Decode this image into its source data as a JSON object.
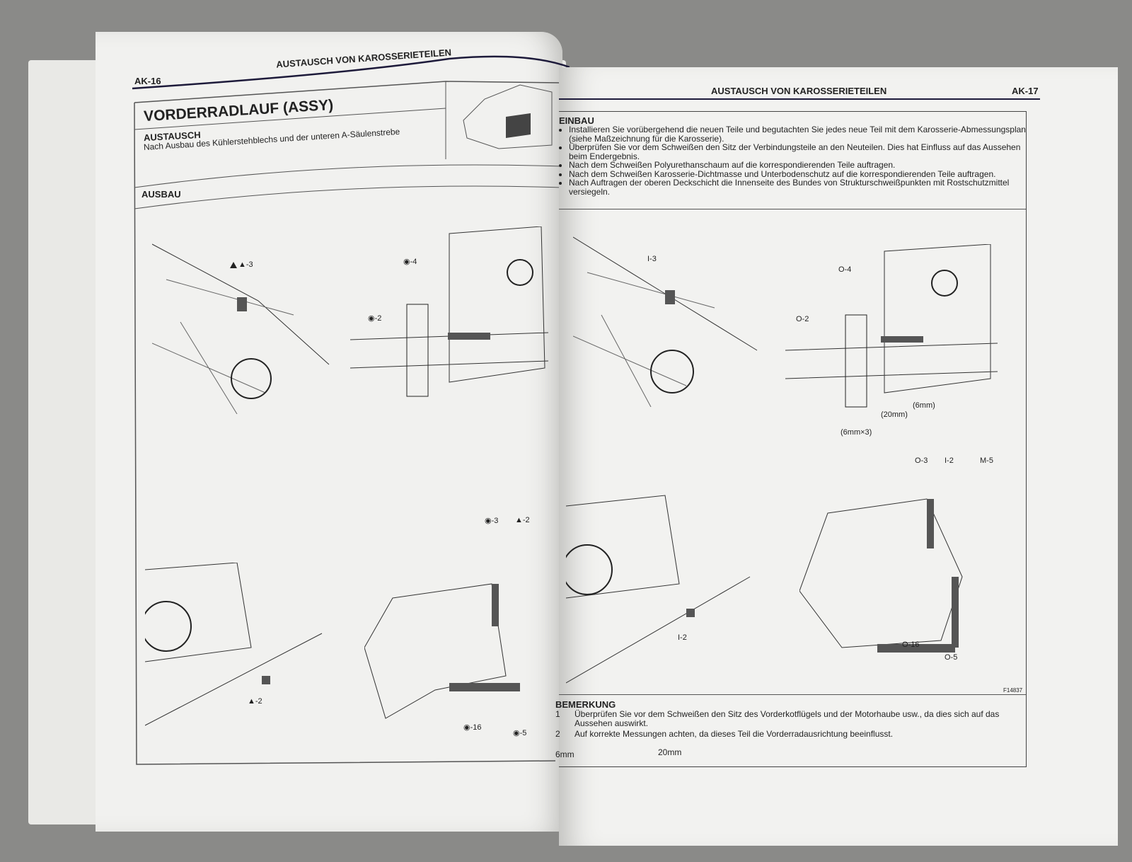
{
  "left_page": {
    "page_number": "AK-16",
    "running_header": "AUSTAUSCH VON KAROSSERIETEILEN",
    "title": "VORDERRADLAUF (ASSY)",
    "section_austausch": "AUSTAUSCH",
    "austausch_text": "Nach Ausbau des Kühlerstehblechs und der unteren A-Säulenstrebe",
    "section_ausbau": "AUSBAU",
    "callouts": [
      "▲-3",
      "◉-4",
      "◉-2",
      "◉-3",
      "▲-2",
      "▲-2",
      "◉-16",
      "◉-5"
    ]
  },
  "right_page": {
    "page_number": "AK-17",
    "running_header": "AUSTAUSCH VON KAROSSERIETEILEN",
    "section_einbau": "EINBAU",
    "einbau_items": [
      "Installieren Sie vorübergehend die neuen Teile und begutachten Sie jedes neue Teil mit dem Karosserie-Abmessungsplan (siehe Maßzeichnung für die Karosserie).",
      "Überprüfen Sie vor dem Schweißen den Sitz der Verbindungsteile an den Neuteilen. Dies hat Einfluss auf das Aussehen beim Endergebnis.",
      "Nach dem Schweißen Polyurethanschaum auf die korrespondierenden Teile auftragen.",
      "Nach dem Schweißen Karosserie-Dichtmasse und Unterbodenschutz auf die korrespondierenden Teile auftragen.",
      "Nach Auftragen der oberen Deckschicht die Innenseite des Bundes von Strukturschweißpunkten mit Rostschutzmittel versiegeln."
    ],
    "callouts": [
      "I-3",
      "O-4",
      "O-2",
      "(20mm)",
      "(6mm)",
      "(6mm×3)",
      "O-3",
      "I-2",
      "M-5",
      "I-2",
      "O-16",
      "O-5"
    ],
    "figure_id": "F14837",
    "section_bemerkung": "BEMERKUNG",
    "remarks": [
      {
        "num": "1",
        "text": "Überprüfen Sie vor dem Schweißen den Sitz des Vorderkotflügels und der Motorhaube usw., da dies sich auf das Aussehen auswirkt."
      },
      {
        "num": "2",
        "text": "Auf korrekte Messungen achten, da dieses Teil die Vorderradausrichtung beeinflusst."
      }
    ],
    "legend_6mm": "6mm",
    "legend_20mm": "20mm"
  }
}
